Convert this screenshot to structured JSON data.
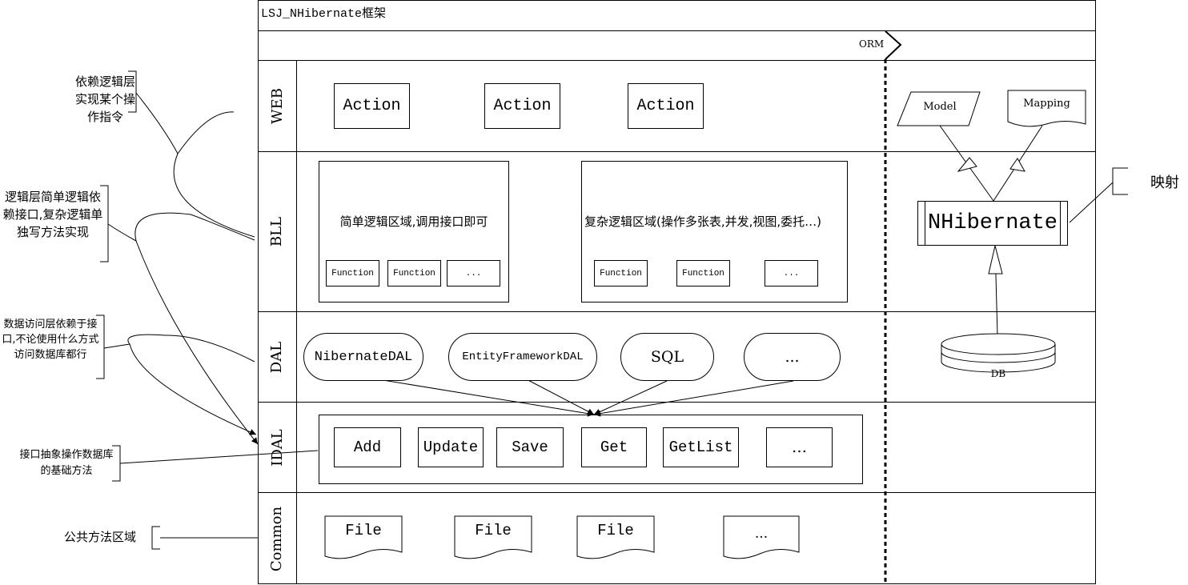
{
  "frame": {
    "title": "LSJ_NHibernate框架",
    "orm_label": "ORM"
  },
  "layers": {
    "web": "WEB",
    "bll": "BLL",
    "dal": "DAL",
    "idal": "IDAL",
    "common": "Common"
  },
  "web": {
    "actions": [
      "Action",
      "Action",
      "Action"
    ]
  },
  "bll": {
    "simple_title": "简单逻辑区域,调用接口即可",
    "simple_functions": [
      "Function",
      "Function",
      "..."
    ],
    "complex_title": "复杂逻辑区域(操作多张表,并发,视图,委托…)",
    "complex_functions": [
      "Function",
      "Function",
      "..."
    ]
  },
  "dal": {
    "items": [
      "NibernateDAL",
      "EntityFrameworkDAL",
      "SQL",
      "..."
    ]
  },
  "idal": {
    "methods": [
      "Add",
      "Update",
      "Save",
      "Get",
      "GetList",
      "…"
    ]
  },
  "common": {
    "files": [
      "File",
      "File",
      "File",
      "..."
    ]
  },
  "orm": {
    "model": "Model",
    "mapping": "Mapping",
    "nhibernate": "NHibernate",
    "db": "DB",
    "mapping_note": "映射"
  },
  "annotations": {
    "web_note": "依赖逻辑层实现某个操作指令",
    "bll_note": "逻辑层简单逻辑依赖接口,复杂逻辑单独写方法实现",
    "dal_note": "数据访问层依赖于接口,不论使用什么方式访问数据库都行",
    "idal_note": "接口抽象操作数据库的基础方法",
    "common_note": "公共方法区域"
  }
}
